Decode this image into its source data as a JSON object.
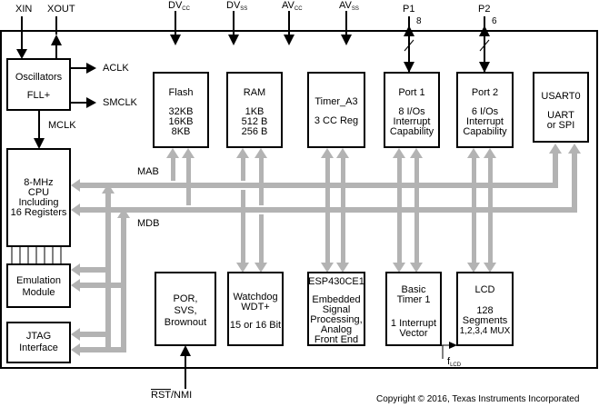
{
  "pins": {
    "xin": "XIN",
    "xout": "XOUT",
    "dvcc": {
      "main": "DV",
      "sub": "CC"
    },
    "dvss": {
      "main": "DV",
      "sub": "SS"
    },
    "avcc": {
      "main": "AV",
      "sub": "CC"
    },
    "avss": {
      "main": "AV",
      "sub": "SS"
    },
    "p1": {
      "label": "P1",
      "width": "8"
    },
    "p2": {
      "label": "P2",
      "width": "6"
    },
    "rst": {
      "overline": "RST",
      "rest": "/NMI"
    }
  },
  "clocks": {
    "aclk": "ACLK",
    "smclk": "SMCLK",
    "mclk": "MCLK"
  },
  "buses": {
    "mab": "MAB",
    "mdb": "MDB"
  },
  "blocks": {
    "oscillators": [
      "Oscillators",
      "FLL+"
    ],
    "flash": [
      "Flash",
      "32KB",
      "16KB",
      "8KB"
    ],
    "ram": [
      "RAM",
      "1KB",
      "512 B",
      "256 B"
    ],
    "timer": [
      "Timer_A3",
      "3 CC Reg"
    ],
    "port1": [
      "Port 1",
      "8 I/Os",
      "Interrupt",
      "Capability"
    ],
    "port2": [
      "Port 2",
      "6 I/Os",
      "Interrupt",
      "Capability"
    ],
    "usart": [
      "USART0",
      "UART",
      "or SPI"
    ],
    "cpu": [
      "8-MHz",
      "CPU",
      "Including",
      "16 Registers"
    ],
    "emulation": [
      "Emulation",
      "Module"
    ],
    "jtag": [
      "JTAG",
      "Interface"
    ],
    "por": [
      "POR,",
      "SVS,",
      "Brownout"
    ],
    "watchdog": [
      "Watchdog",
      "WDT+",
      "15 or 16 Bit"
    ],
    "esp": [
      "ESP430CE1",
      "Embedded",
      "Signal",
      "Processing,",
      "Analog",
      "Front End"
    ],
    "basic_timer": [
      "Basic",
      "Timer 1",
      "1 Interrupt",
      "Vector"
    ],
    "lcd": [
      "LCD",
      "128",
      "Segments",
      "1,2,3,4 MUX"
    ]
  },
  "flcd": {
    "main": "f",
    "sub": "LCD"
  },
  "copyright": "Copyright © 2016, Texas Instruments Incorporated",
  "colors": {
    "bus": "#b3b3b3",
    "line": "#000000",
    "background": "#ffffff"
  }
}
